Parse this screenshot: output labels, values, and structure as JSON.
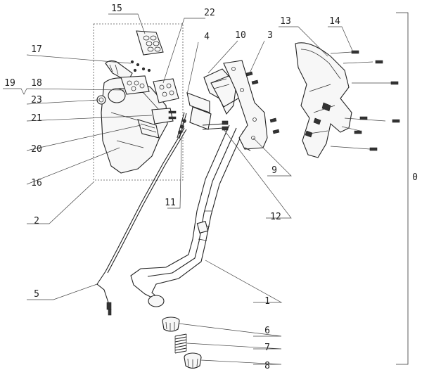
{
  "callouts": [
    "0",
    "1",
    "2",
    "3",
    "4",
    "5",
    "6",
    "7",
    "8",
    "9",
    "10",
    "11",
    "12",
    "13",
    "14",
    "15",
    "16",
    "17",
    "18",
    "19",
    "20",
    "21",
    "22",
    "23"
  ]
}
